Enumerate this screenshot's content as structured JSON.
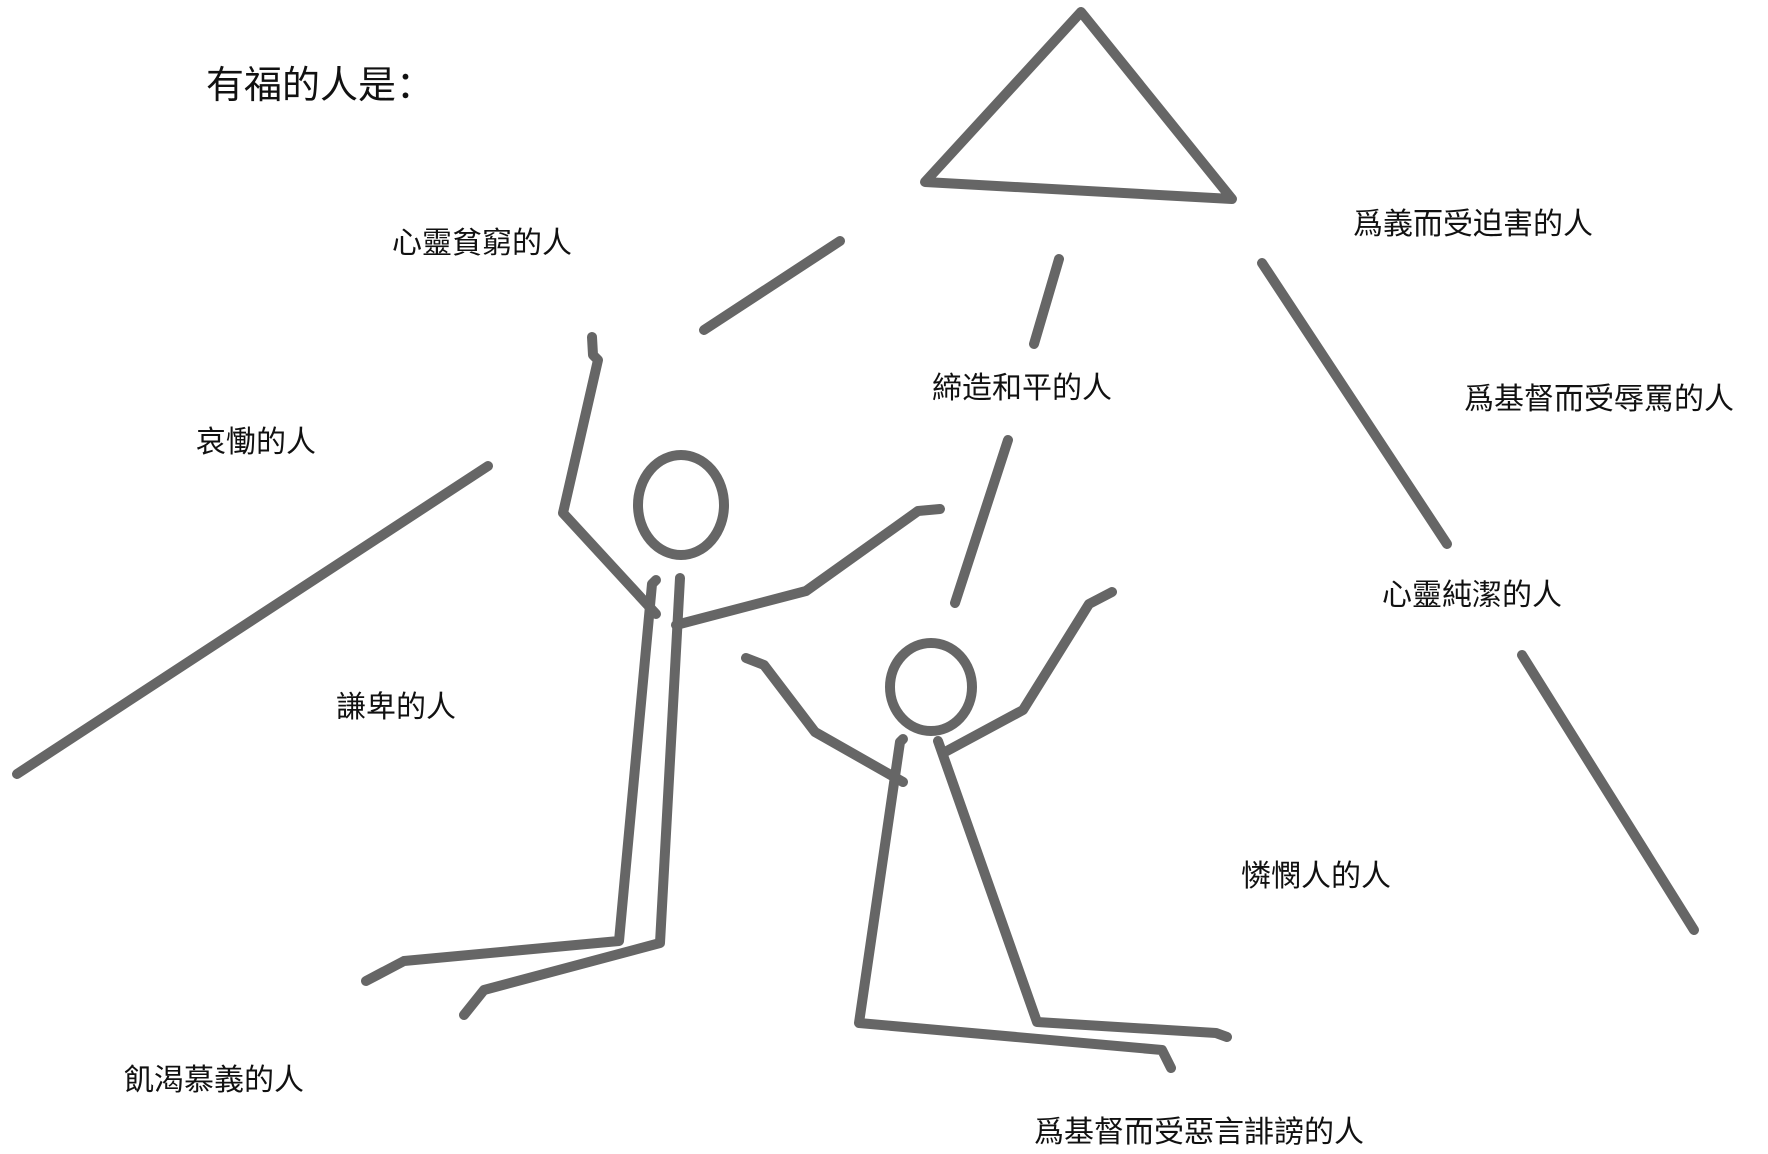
{
  "heading": "有福的人是：",
  "labels": {
    "poor_in_spirit": "心靈貧窮的人",
    "mourn": "哀慟的人",
    "meek": "謙卑的人",
    "hunger_thirst": "飢渴慕義的人",
    "peacemakers": "締造和平的人",
    "persecuted_righteousness": "爲義而受迫害的人",
    "insulted_for_christ": "爲基督而受辱罵的人",
    "pure_in_heart": "心靈純潔的人",
    "merciful": "憐憫人的人",
    "slandered_for_christ": "爲基督而受惡言誹謗的人"
  },
  "colors": {
    "ink": "#666666",
    "text": "#111111",
    "background": "#ffffff"
  }
}
